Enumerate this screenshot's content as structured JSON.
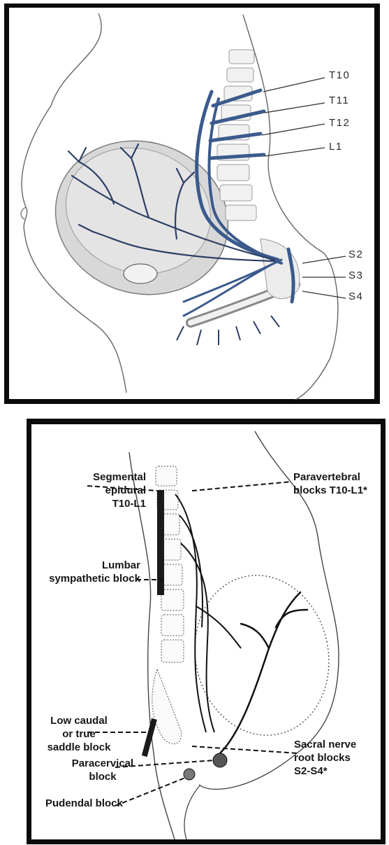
{
  "top_panel": {
    "dermatome_labels": [
      "T10",
      "T11",
      "T12",
      "L1",
      "S2",
      "S3",
      "S4"
    ],
    "colors": {
      "nerve": "#3b5a8c",
      "nerve_dark": "#2c3f66",
      "outline": "#5a5a5a"
    }
  },
  "bottom_panel": {
    "left_labels": [
      "Segmental\nepidural\nT10-L1",
      "Lumbar\nsympathetic block",
      "Low caudal\nor true\nsaddle block",
      "Paracervical\nblock",
      "Pudendal block"
    ],
    "right_labels": [
      "Paravertebral\nblocks T10-L1*",
      "Sacral nerve\nroot blocks\nS2-S4*"
    ]
  }
}
